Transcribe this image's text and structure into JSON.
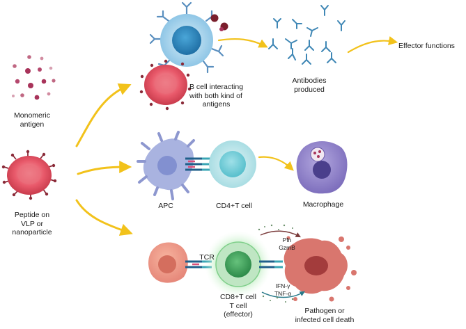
{
  "labels": {
    "monomeric": [
      "Monomeric",
      "antigen"
    ],
    "peptide": [
      "Peptide on",
      "VLP or",
      "nanoparticle"
    ],
    "bcell": [
      "B cell interacting",
      "with both kind of",
      "antigens"
    ],
    "antibodies": [
      "Antibodies",
      "produced"
    ],
    "effector": "Effector functions",
    "apc": "APC",
    "cd4": "CD4+T cell",
    "macrophage": "Macrophage",
    "tcr": "TCR",
    "pfn": "Pfn",
    "gzmb": "GzmB",
    "ifn": "IFN-γ",
    "tnf": "TNF-α",
    "cd8": [
      "CD8+T cell",
      "T cell",
      "(effector)"
    ],
    "death": [
      "Pathogen or",
      "infected cell death"
    ]
  },
  "colors": {
    "arrow": "#f2c21b",
    "antigen": "#a8335a",
    "antibody": "#3f87b5",
    "bcell": "#8fc6e6",
    "particle": "#e8596a",
    "apc": "#a9b3e0",
    "tcell": "#bfe6ea",
    "macrophage": "#8d7fc4",
    "cd8": "#3f9a5a",
    "dead": "#d9766e"
  }
}
